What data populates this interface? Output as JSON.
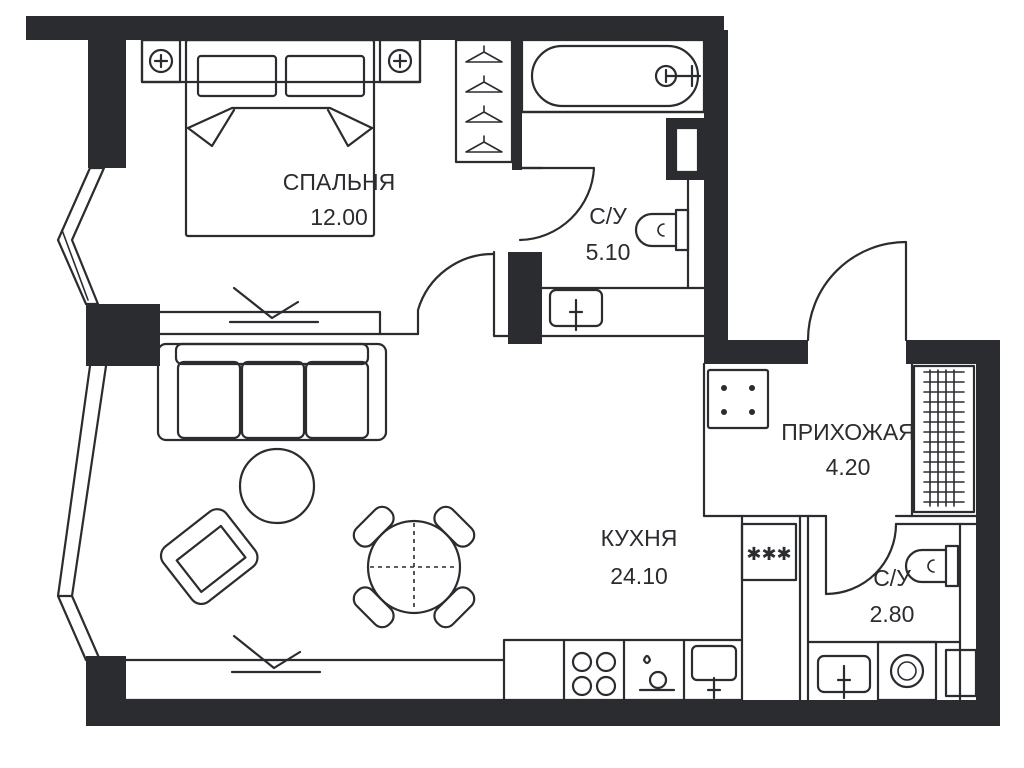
{
  "rooms": {
    "bedroom": {
      "name": "СПАЛЬНЯ",
      "area": "12.00"
    },
    "bathroom_main": {
      "name": "С/У",
      "area": "5.10"
    },
    "hallway": {
      "name": "ПРИХОЖАЯ",
      "area": "4.20"
    },
    "kitchen": {
      "name": "КУХНЯ",
      "area": "24.10"
    },
    "bathroom_small": {
      "name": "С/У",
      "area": "2.80"
    }
  },
  "colors": {
    "wall": "#2b2c30",
    "background": "#ffffff"
  }
}
